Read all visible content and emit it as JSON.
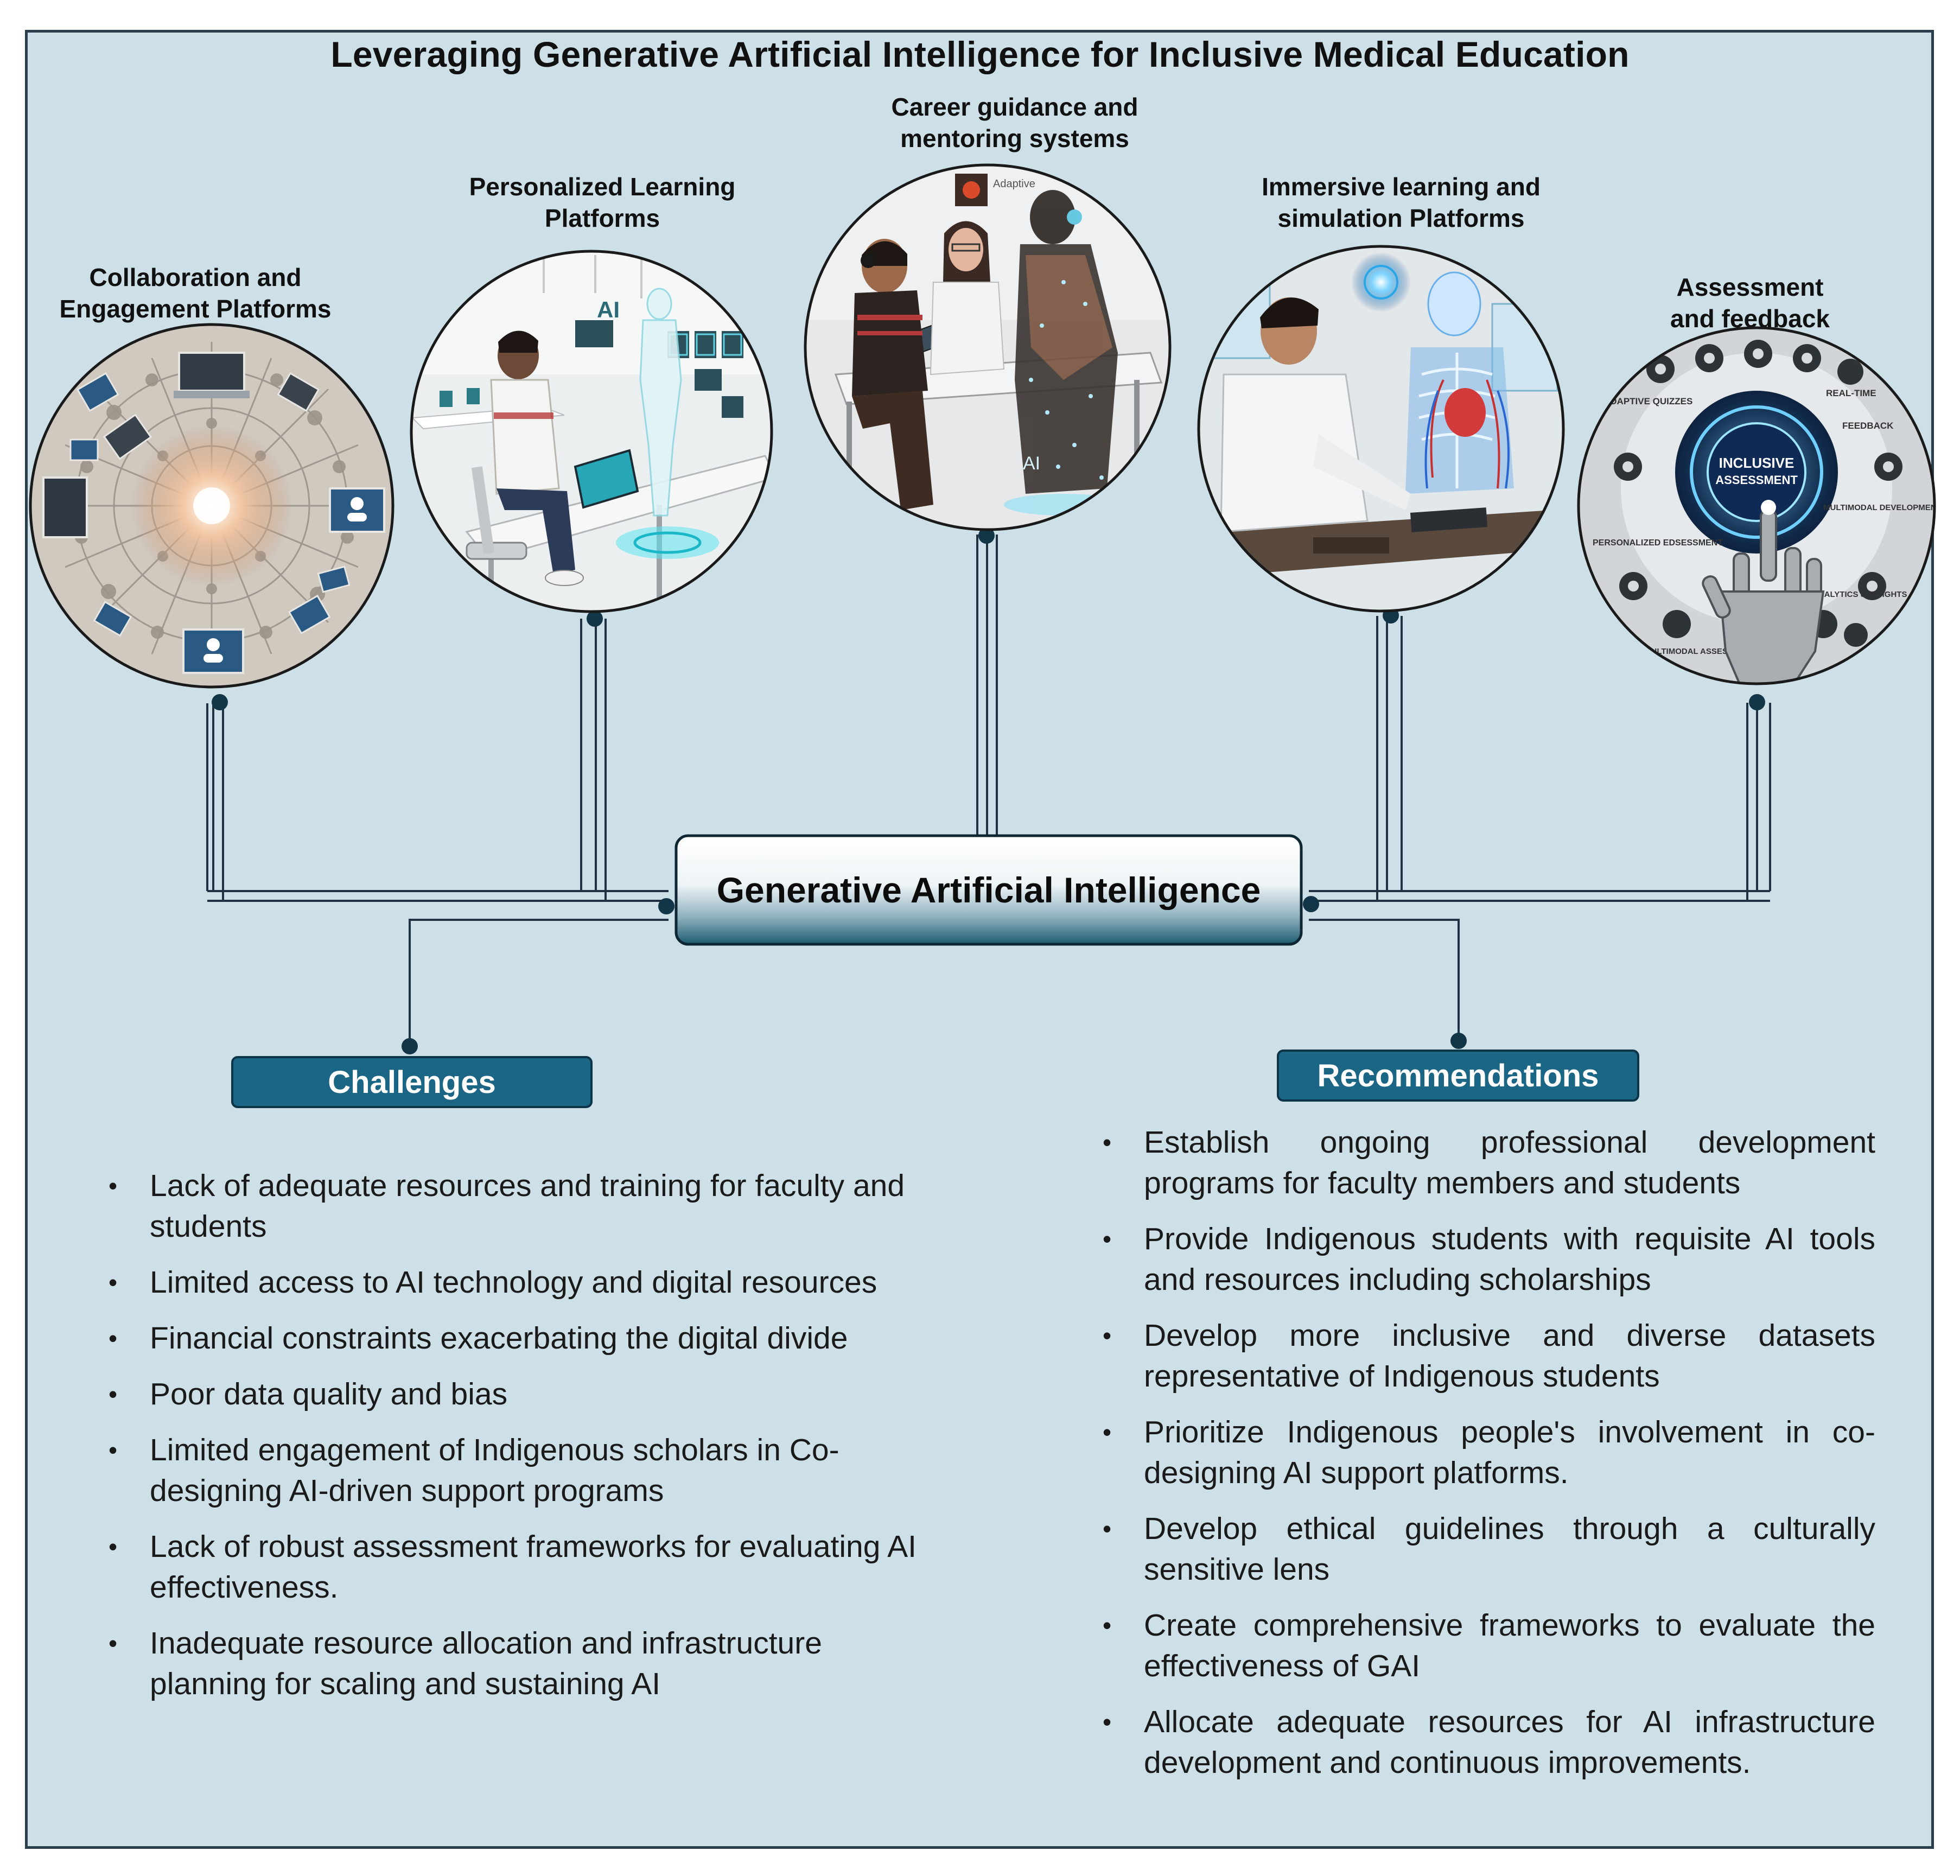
{
  "title": "Leveraging Generative Artificial Intelligence for Inclusive Medical Education",
  "center": {
    "label": "Generative Artificial Intelligence"
  },
  "nodes": [
    {
      "id": "collab",
      "label_lines": [
        "Collaboration and",
        "Engagement Platforms"
      ]
    },
    {
      "id": "personalized",
      "label_lines": [
        "Personalized Learning",
        "Platforms"
      ]
    },
    {
      "id": "career",
      "label_lines": [
        "Career guidance and",
        "mentoring systems"
      ]
    },
    {
      "id": "immersive",
      "label_lines": [
        "Immersive learning and",
        "simulation Platforms"
      ]
    },
    {
      "id": "assessment",
      "label_lines": [
        "Assessment",
        "and feedback"
      ]
    }
  ],
  "image_texts": {
    "ai_sign": "AI",
    "adaptive": "Adaptive",
    "inclusive_assessment": [
      "INCLUSIVE",
      "ASSESSMENT"
    ],
    "adaptive_quizzes": "ADAPTIVE QUIZZES",
    "real_time": "REAL-TIME",
    "feedback": "FEEDBACK",
    "multimodal_development": "MULTIMODAL DEVELOPMENT",
    "personalized_assessment": "PERSONALIZED EDSESSMENT",
    "analytics": "ANALYTICS & INSIGHTS",
    "multimodal_assessment": "MULTIMODAL ASSESSMENT"
  },
  "challenges": {
    "heading": "Challenges",
    "items": [
      "Lack of adequate resources and training for faculty and students",
      "Limited access to AI technology and digital resources",
      "Financial constraints exacerbating the digital divide",
      "Poor data quality and bias",
      "Limited engagement of Indigenous scholars in Co-designing AI-driven support programs",
      "Lack of robust assessment frameworks for evaluating AI effectiveness.",
      "Inadequate resource allocation and infrastructure planning for scaling and sustaining AI"
    ]
  },
  "recommendations": {
    "heading": "Recommendations",
    "items": [
      "Establish ongoing professional development programs for faculty members and students",
      "Provide Indigenous students with requisite AI tools and resources including scholarships",
      "Develop more inclusive and diverse datasets representative of Indigenous students",
      "Prioritize Indigenous people's involvement in co-designing AI support platforms.",
      "Develop ethical guidelines through a culturally sensitive lens",
      "Create comprehensive frameworks to evaluate the effectiveness of GAI",
      "Allocate adequate resources for AI infrastructure development and continuous improvements."
    ]
  },
  "colors": {
    "background": "#cde0e8",
    "frame": "#2b3e4c",
    "section_fill": "#1b6585",
    "connector": "#1f3342",
    "connector_dot": "#123547",
    "center_gradient_top": "#ffffff",
    "center_gradient_bottom": "#1d5c70"
  }
}
